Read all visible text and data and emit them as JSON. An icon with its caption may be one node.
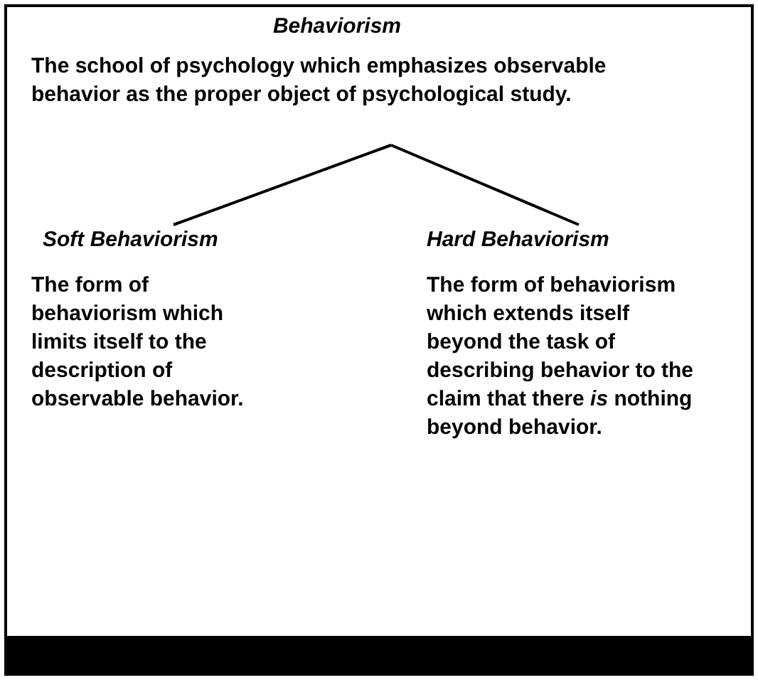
{
  "diagram": {
    "nodes": [
      {
        "text": [
          "Behaviorism",
          "The school of psychology which emphasizes observable behavior as the proper object of psychological study."
        ]
      },
      {
        "text": [
          "Soft Behaviorism",
          "The form of behaviorism which limits itself to the description of observable behavior."
        ]
      },
      {
        "text": [
          "Hard Behaviorism",
          "The form of behaviorism which extends itself beyond the task of describing behavior to the claim that there *is* nothing beyond behavior."
        ]
      }
    ],
    "edges": [
      {
        "from": 0,
        "to": 1,
        "arrow": "none"
      },
      {
        "from": 0,
        "to": 2,
        "arrow": "none"
      }
    ]
  }
}
